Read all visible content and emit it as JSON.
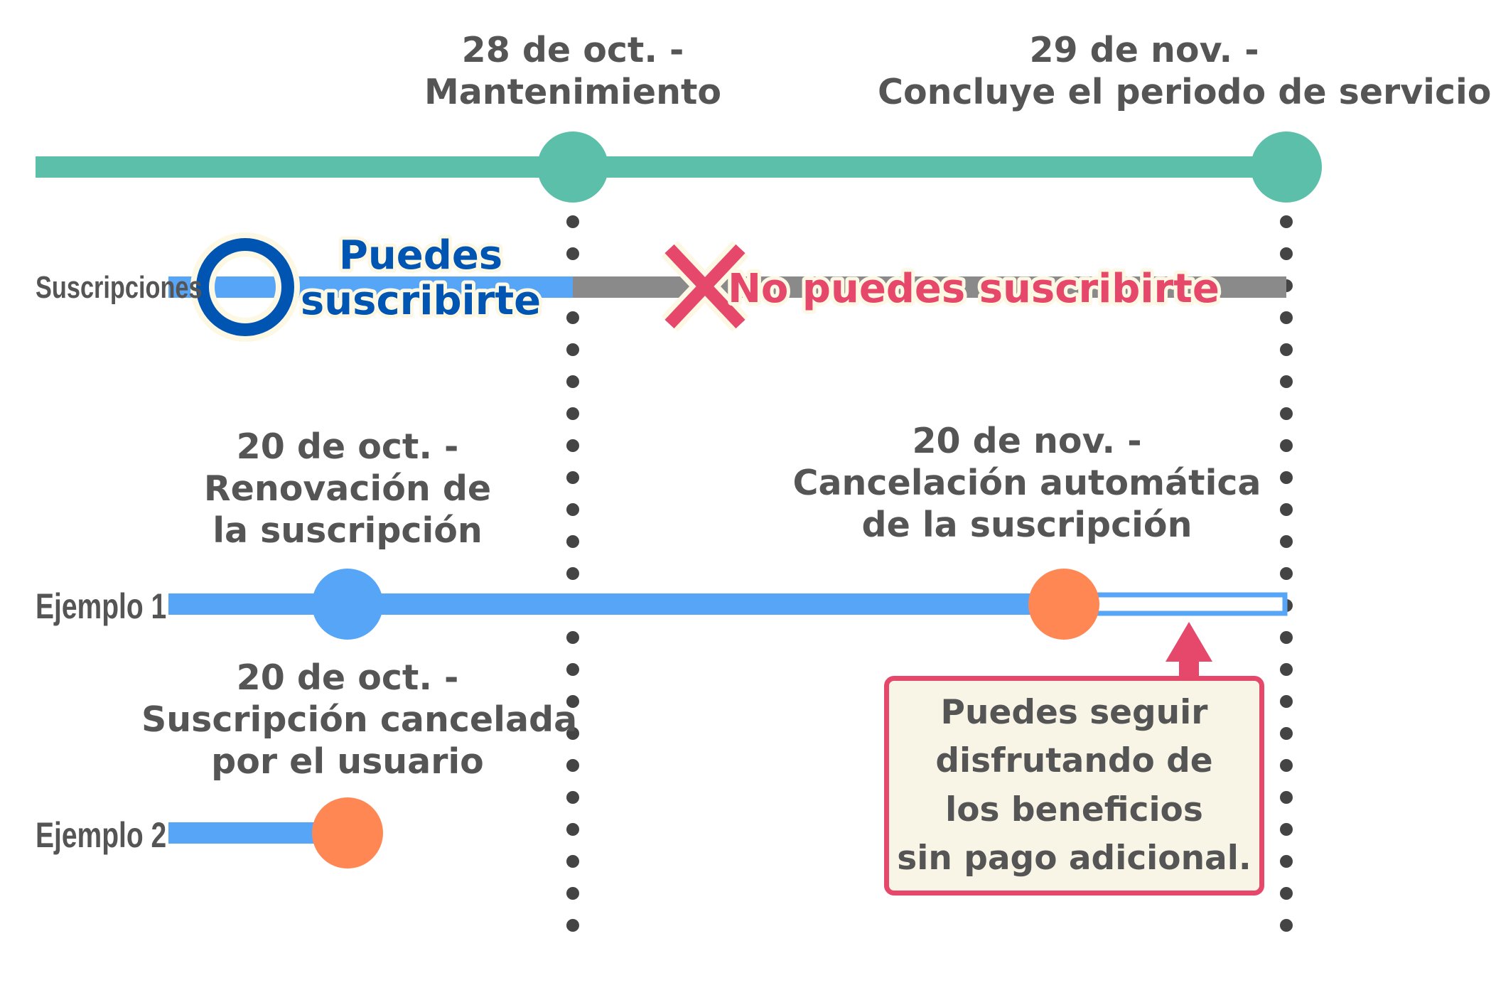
{
  "colors": {
    "main_timeline": "#5bbfa9",
    "bar_blue": "#56a5f6",
    "bar_gray": "#8a8a8a",
    "blue_dark": "#0055b3",
    "red": "#e5486a",
    "orange": "#ff8753",
    "note_bg": "#f8f5e6",
    "text": "#555555"
  },
  "milestones": {
    "maintenance": "28 de oct. -\nMantenimiento",
    "service_end": "29 de nov. -\nConcluye el periodo de servicio"
  },
  "subscriptions": {
    "row_label": "Suscripciones",
    "can_subscribe": "Puedes\nsuscribirte",
    "cannot_subscribe": "No puedes suscribirte",
    "can_icon": "circle-ok-icon",
    "cannot_icon": "cross-icon"
  },
  "example1": {
    "row_label": "Ejemplo 1",
    "renewal": "20 de oct. -\nRenovación de\nla suscripción",
    "auto_cancel": "20 de nov. -\nCancelación automática\nde la suscripción"
  },
  "example2": {
    "row_label": "Ejemplo 2",
    "user_cancel": "20 de oct. -\nSuscripción cancelada\npor el usuario"
  },
  "note": {
    "text": "Puedes seguir\ndisfrutando de\nlos beneficios\nsin pago adicional."
  }
}
